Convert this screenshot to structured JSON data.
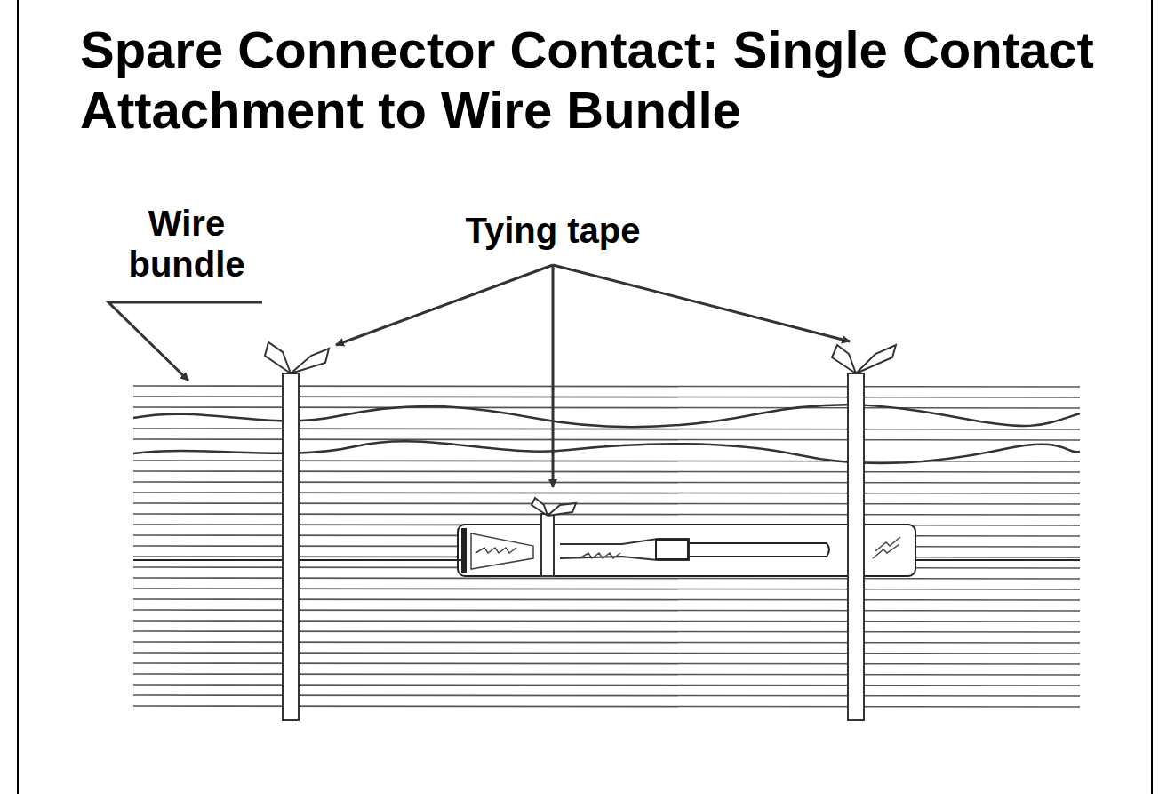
{
  "diagram": {
    "title": "Spare Connector Contact:  Single Contact Attachment to Wire Bundle",
    "labels": [
      "Wire bundle",
      "Tying tape"
    ]
  }
}
